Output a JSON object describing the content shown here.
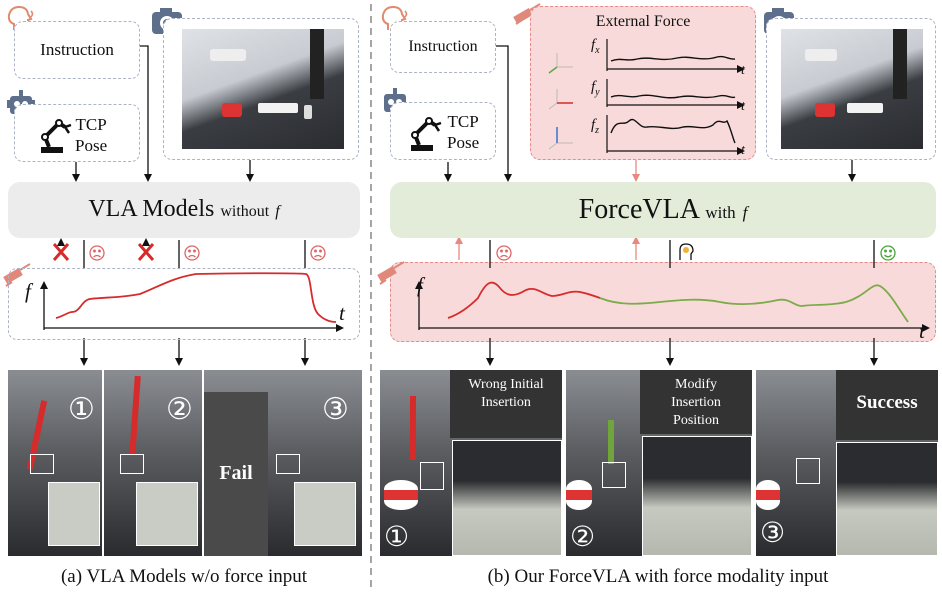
{
  "left": {
    "instruction": "Instruction",
    "tcp_line1": "TCP",
    "tcp_line2": "Pose",
    "model_main": "VLA Models",
    "model_sub": "without",
    "model_sym": "f",
    "force_axis_y": "f",
    "force_axis_x": "t",
    "steps": [
      "①",
      "②",
      "③"
    ],
    "fail_text": "Fail",
    "caption": "(a) VLA Models w/o force input"
  },
  "right": {
    "instruction": "Instruction",
    "tcp_line1": "TCP",
    "tcp_line2": "Pose",
    "external_force_title": "External Force",
    "fx": "f",
    "fx_sub": "x",
    "fy": "f",
    "fy_sub": "y",
    "fz": "f",
    "fz_sub": "z",
    "t_label": "t",
    "model_main": "ForceVLA",
    "model_sub": "with",
    "model_sym": "f",
    "force_axis_y": "f",
    "force_axis_x": "t",
    "steps": [
      "①",
      "②",
      "③"
    ],
    "callout1": "Wrong Initial Insertion",
    "callout2": "Modify Insertion Position",
    "callout3": "Success",
    "caption": "(b) Our ForceVLA with force modality input"
  },
  "colors": {
    "red": "#d62b2b",
    "green": "#6fa53a",
    "pink_bg": "#f9dada",
    "pink_border": "#e68a8a",
    "gray_box": "#ececec",
    "green_box": "#e3ecd9",
    "dash": "#aeb4c8"
  },
  "icons": [
    "speaker-head-icon",
    "camera-icon",
    "robot-icon",
    "robot-arm-icon",
    "force-gauge-icon",
    "sad-face-icon",
    "smile-face-icon",
    "thinking-face-icon",
    "red-cross-icon"
  ]
}
